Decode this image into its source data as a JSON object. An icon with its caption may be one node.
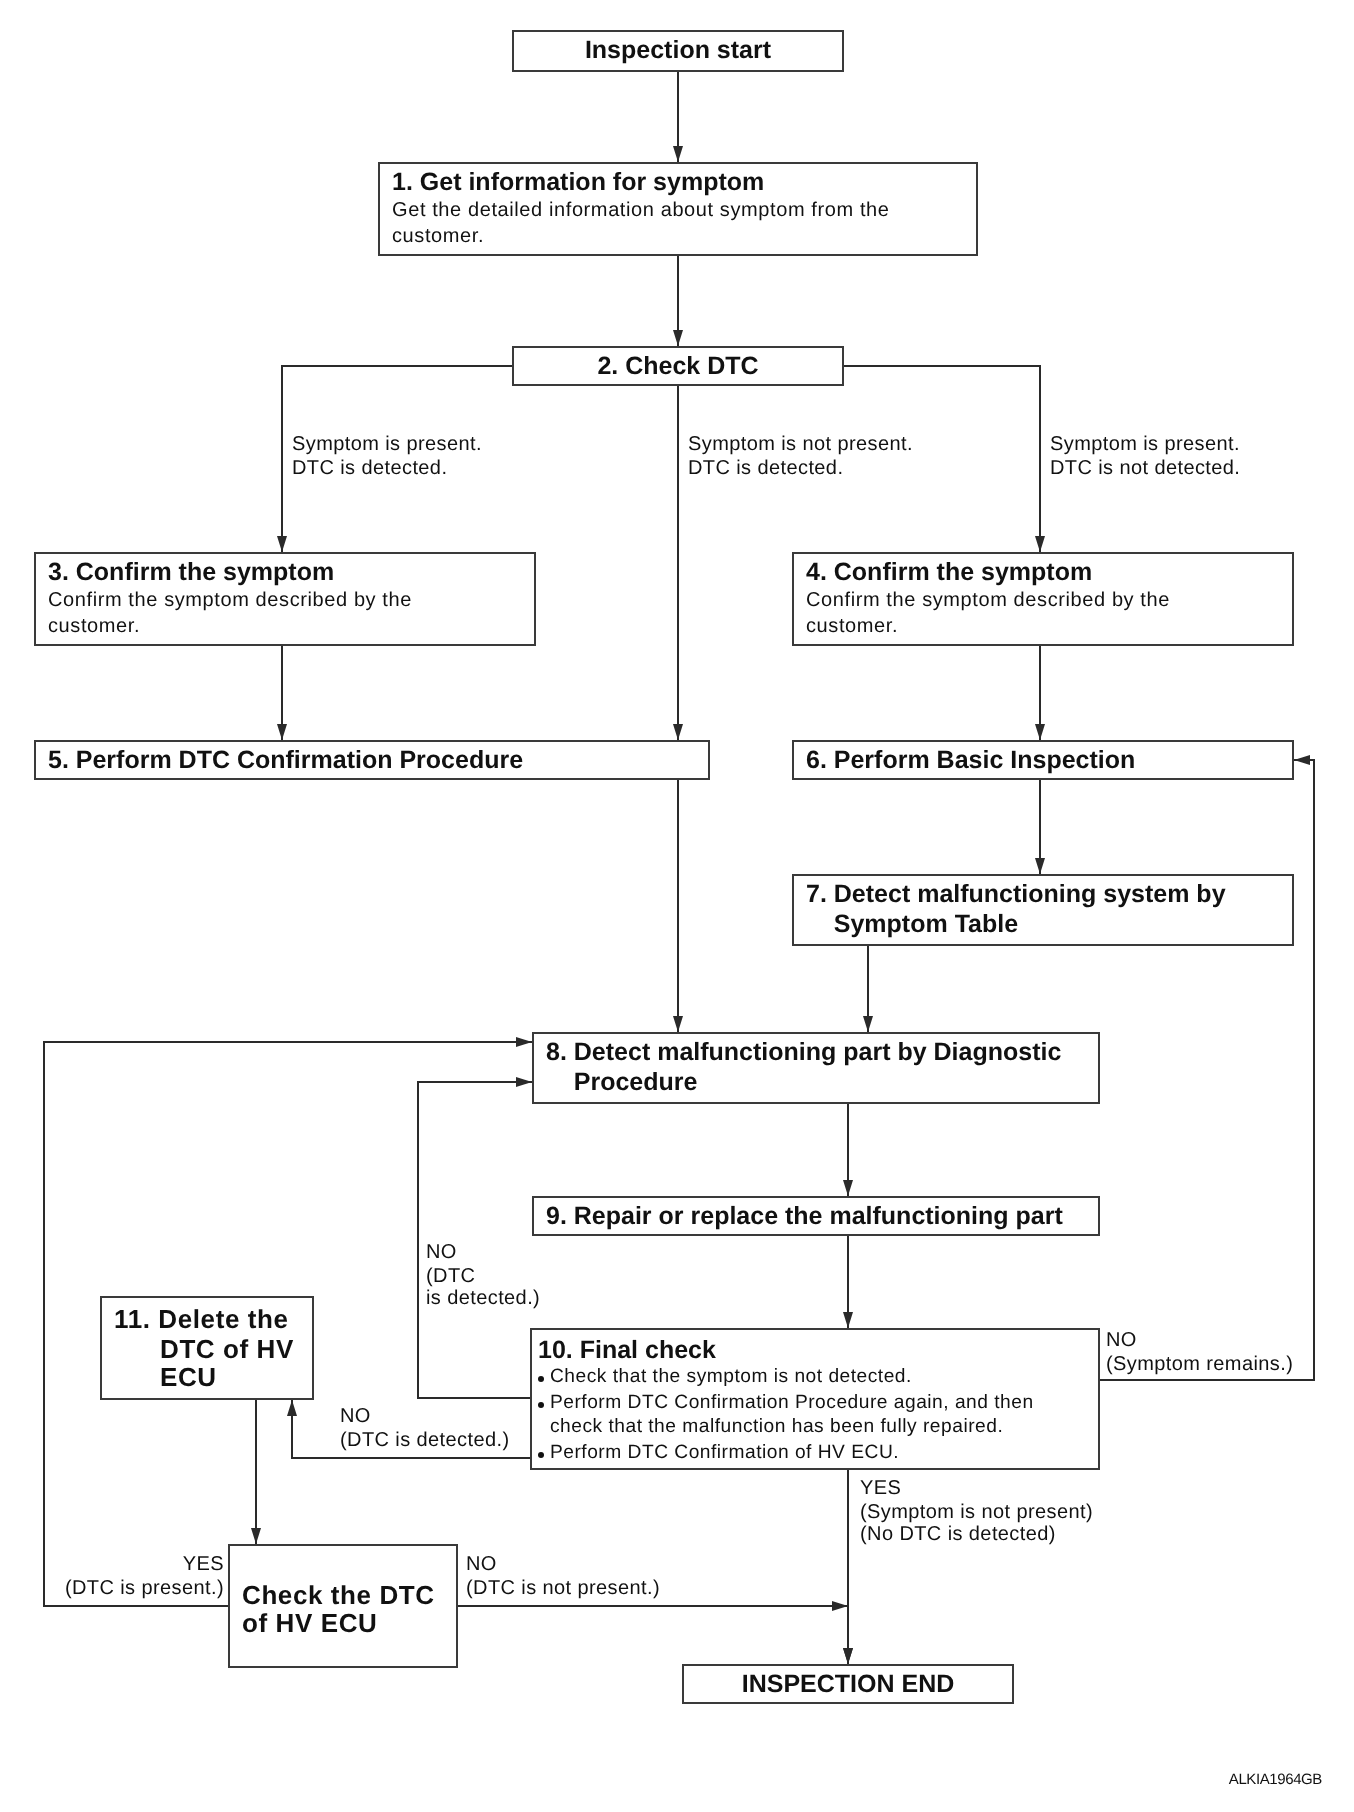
{
  "diagram": {
    "nodes": [
      {
        "text": [
          "Inspection start"
        ]
      },
      {
        "text": [
          "1. Get information for symptom",
          "Get the detailed information about symptom from the customer."
        ]
      },
      {
        "text": [
          "2. Check DTC"
        ]
      },
      {
        "text": [
          "3. Confirm the symptom",
          "Confirm the symptom described by the customer."
        ]
      },
      {
        "text": [
          "4. Confirm the symptom",
          "Confirm the symptom described by the customer."
        ]
      },
      {
        "text": [
          "5. Perform DTC Confirmation Procedure"
        ]
      },
      {
        "text": [
          "6. Perform Basic Inspection"
        ]
      },
      {
        "text": [
          "7. Detect malfunctioning system by Symptom Table"
        ]
      },
      {
        "text": [
          "8. Detect malfunctioning part by Diagnostic Procedure"
        ]
      },
      {
        "text": [
          "9. Repair or replace the malfunctioning part"
        ]
      },
      {
        "text": [
          "10. Final check",
          "Check that the symptom is not detected.",
          "Perform DTC Confirmation Procedure again, and then check that the malfunction has been fully repaired.",
          "Perform DTC Confirmation of HV ECU."
        ]
      },
      {
        "text": [
          "11. Delete the DTC of HV ECU"
        ]
      },
      {
        "text": [
          "Check the DTC of HV ECU"
        ]
      },
      {
        "text": [
          "INSPECTION END"
        ]
      }
    ],
    "edges": [
      {
        "from": 0,
        "to": 1,
        "arrow": "to"
      },
      {
        "from": 1,
        "to": 2,
        "arrow": "to"
      },
      {
        "from": 2,
        "to": 3,
        "arrow": "to",
        "label": "Symptom is present. DTC is detected."
      },
      {
        "from": 2,
        "to": 5,
        "arrow": "to",
        "label": "Symptom is not present. DTC is detected."
      },
      {
        "from": 2,
        "to": 4,
        "arrow": "to",
        "label": "Symptom is present. DTC is not detected."
      },
      {
        "from": 3,
        "to": 5,
        "arrow": "to"
      },
      {
        "from": 4,
        "to": 6,
        "arrow": "to"
      },
      {
        "from": 5,
        "to": 8,
        "arrow": "to"
      },
      {
        "from": 6,
        "to": 7,
        "arrow": "to"
      },
      {
        "from": 7,
        "to": 8,
        "arrow": "to"
      },
      {
        "from": 8,
        "to": 9,
        "arrow": "to"
      },
      {
        "from": 9,
        "to": 10,
        "arrow": "to"
      },
      {
        "from": 10,
        "to": 8,
        "arrow": "to",
        "label": "NO (DTC is detected.)"
      },
      {
        "from": 10,
        "to": 6,
        "arrow": "to",
        "label": "NO (Symptom remains.)"
      },
      {
        "from": 10,
        "to": 11,
        "arrow": "to",
        "label": "NO (DTC is detected.)"
      },
      {
        "from": 11,
        "to": 12,
        "arrow": "to"
      },
      {
        "from": 12,
        "to": 8,
        "arrow": "to",
        "label": "YES (DTC is present.)"
      },
      {
        "from": 12,
        "to": 13,
        "arrow": "to",
        "label": "NO (DTC is not present.)"
      },
      {
        "from": 10,
        "to": 13,
        "arrow": "to",
        "label": "YES (Symptom is not present) (No DTC is detected)"
      }
    ],
    "labels": [
      "ALKIA1964GB"
    ]
  }
}
